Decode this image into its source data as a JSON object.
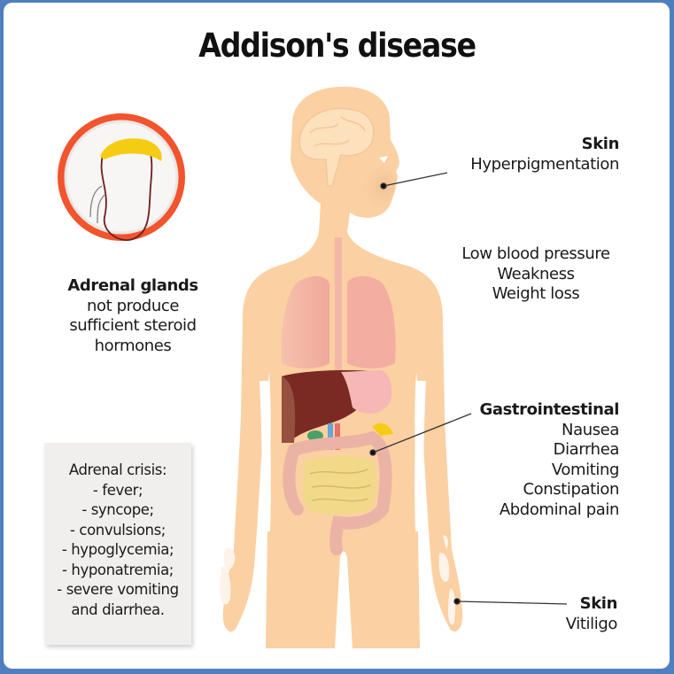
{
  "title": "Addison's disease",
  "adrenal": {
    "heading": "Adrenal glands",
    "lines": [
      "not produce",
      "sufficient steroid",
      "hormones"
    ]
  },
  "skin_face": {
    "heading": "Skin",
    "symptom": "Hyperpigmentation"
  },
  "general": {
    "lines": [
      "Low blood pressure",
      "Weakness",
      "Weight loss"
    ]
  },
  "gastro": {
    "heading": "Gastrointestinal",
    "lines": [
      "Nausea",
      "Diarrhea",
      "Vomiting",
      "Constipation",
      "Abdominal pain"
    ]
  },
  "skin_hand": {
    "heading": "Skin",
    "symptom": "Vitiligo"
  },
  "crisis": {
    "heading": "Adrenal crisis:",
    "lines": [
      "- fever;",
      "- syncope;",
      "- convulsions;",
      "- hypoglycemia;",
      "- hyponatremia;",
      "- severe vomiting",
      "and diarrhea."
    ]
  },
  "colors": {
    "frame": "#4f7fbf",
    "skin": "#fbd0a2",
    "ring": "#f2542d",
    "gland": "#f5cc14",
    "liver": "#7a2a22",
    "lung": "#f4b3a4",
    "intestine": "#f2d98a",
    "colon": "#eab3a6"
  }
}
